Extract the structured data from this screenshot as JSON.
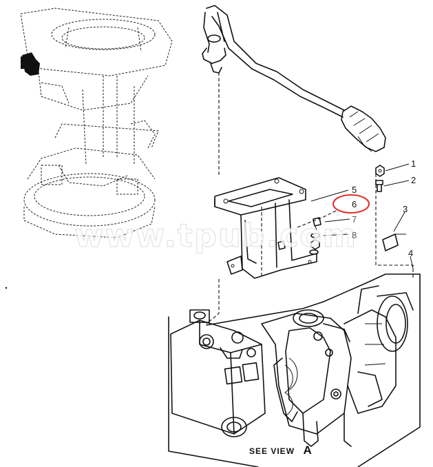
{
  "diagram": {
    "callouts": [
      "1",
      "2",
      "3",
      "4",
      "5",
      "6",
      "7",
      "8"
    ],
    "caption": {
      "prefix": "SEE VIEW",
      "suffix": "A"
    },
    "watermark": "www.tpub.com",
    "highlight_color": "#e0302a",
    "line_color": "#111111",
    "background": "#ffffff"
  }
}
